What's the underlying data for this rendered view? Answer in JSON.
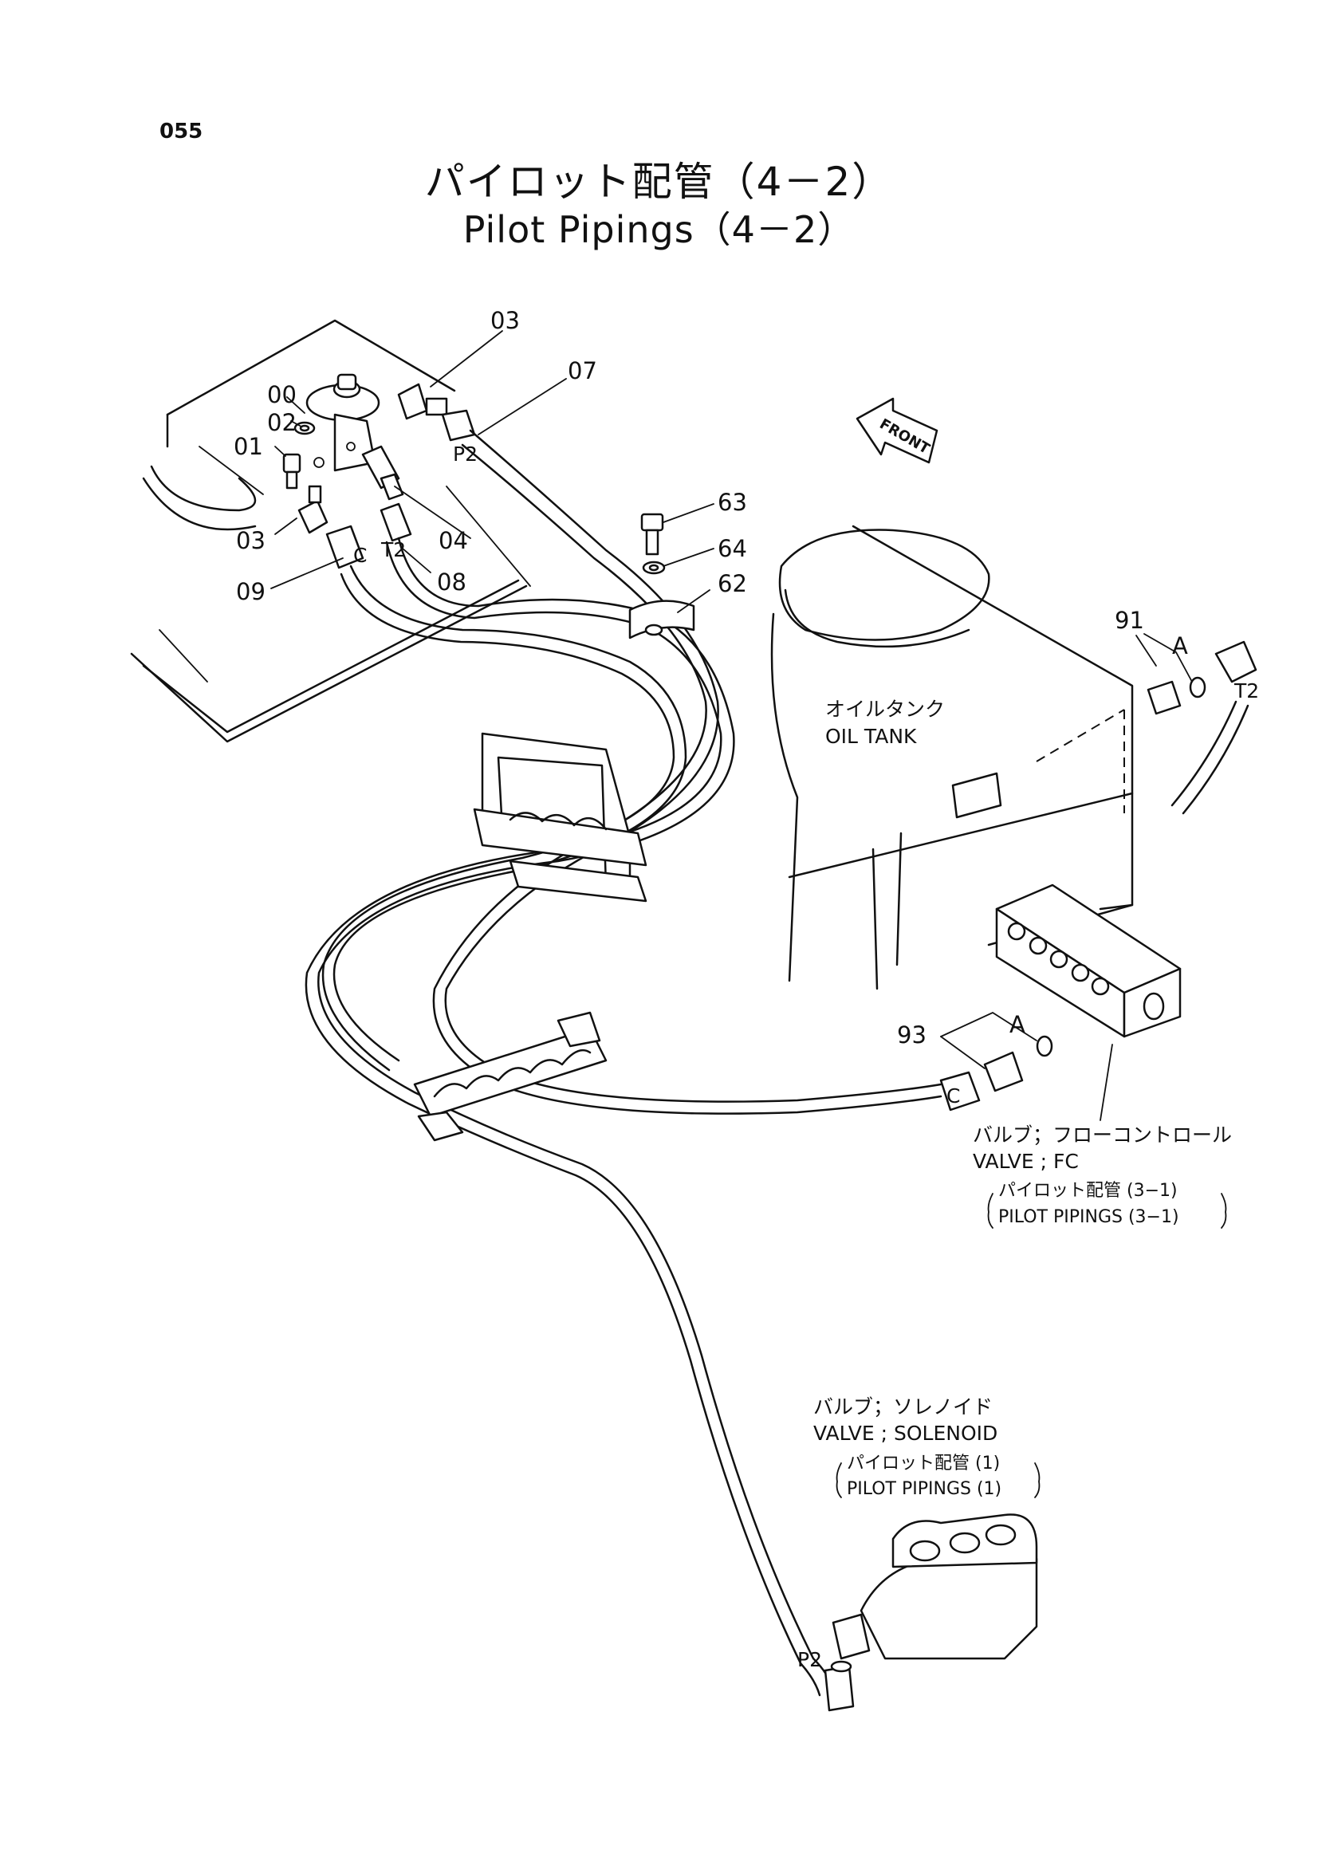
{
  "page_number": "055",
  "title": {
    "jp": "パイロット配管（4－2）",
    "en": "Pilot Pipings（4－2）"
  },
  "callouts": [
    "00",
    "02",
    "01",
    "03",
    "03",
    "07",
    "04",
    "09",
    "08",
    "63",
    "64",
    "62",
    "91",
    "93"
  ],
  "port_labels": [
    "P2",
    "T2",
    "C",
    "T2",
    "C",
    "P2"
  ],
  "detail_markers": [
    "A",
    "A"
  ],
  "front_arrow": "FRONT",
  "oil_tank": {
    "jp": "オイルタンク",
    "en": "OIL TANK"
  },
  "valve_fc": {
    "jp": "バルブ；フローコントロール",
    "en": "VALVE ; FC",
    "ref_jp": "パイロット配管 (3−1)",
    "ref_en": "PILOT PIPINGS (3−1)"
  },
  "valve_solenoid": {
    "jp": "バルブ；ソレノイド",
    "en": "VALVE ; SOLENOID",
    "ref_jp": "パイロット配管 (1)",
    "ref_en": "PILOT PIPINGS (1)"
  }
}
